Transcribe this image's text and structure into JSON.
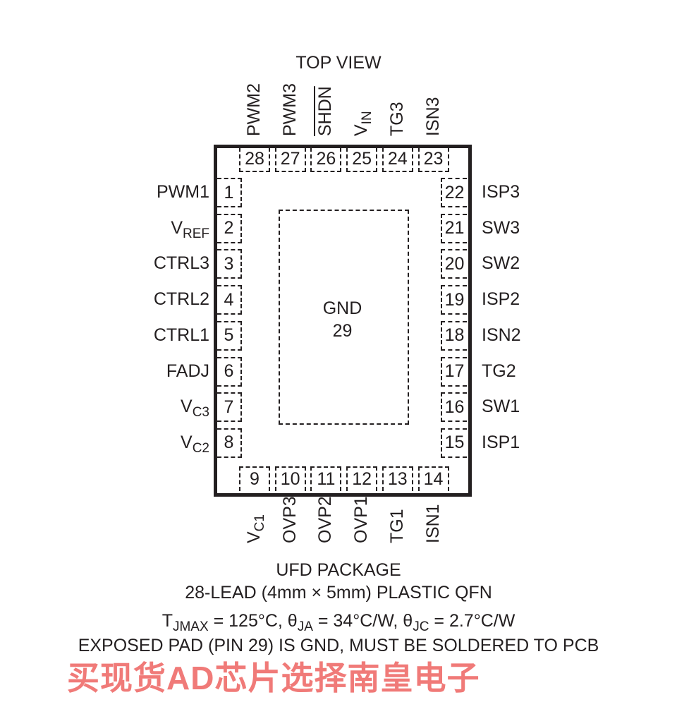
{
  "title": "TOP VIEW",
  "pad": {
    "name": "GND",
    "number": "29"
  },
  "pins": {
    "left": [
      {
        "num": "1",
        "name": "PWM1",
        "sub": ""
      },
      {
        "num": "2",
        "name": "V",
        "sub": "REF"
      },
      {
        "num": "3",
        "name": "CTRL3",
        "sub": ""
      },
      {
        "num": "4",
        "name": "CTRL2",
        "sub": ""
      },
      {
        "num": "5",
        "name": "CTRL1",
        "sub": ""
      },
      {
        "num": "6",
        "name": "FADJ",
        "sub": ""
      },
      {
        "num": "7",
        "name": "V",
        "sub": "C3"
      },
      {
        "num": "8",
        "name": "V",
        "sub": "C2"
      }
    ],
    "bottom": [
      {
        "num": "9",
        "name": "V",
        "sub": "C1"
      },
      {
        "num": "10",
        "name": "OVP3",
        "sub": ""
      },
      {
        "num": "11",
        "name": "OVP2",
        "sub": ""
      },
      {
        "num": "12",
        "name": "OVP1",
        "sub": ""
      },
      {
        "num": "13",
        "name": "TG1",
        "sub": ""
      },
      {
        "num": "14",
        "name": "ISN1",
        "sub": ""
      }
    ],
    "right": [
      {
        "num": "22",
        "name": "ISP3",
        "sub": ""
      },
      {
        "num": "21",
        "name": "SW3",
        "sub": ""
      },
      {
        "num": "20",
        "name": "SW2",
        "sub": ""
      },
      {
        "num": "19",
        "name": "ISP2",
        "sub": ""
      },
      {
        "num": "18",
        "name": "ISN2",
        "sub": ""
      },
      {
        "num": "17",
        "name": "TG2",
        "sub": ""
      },
      {
        "num": "16",
        "name": "SW1",
        "sub": ""
      },
      {
        "num": "15",
        "name": "ISP1",
        "sub": ""
      }
    ],
    "top": [
      {
        "num": "28",
        "name": "PWM2",
        "sub": "",
        "overbar": false
      },
      {
        "num": "27",
        "name": "PWM3",
        "sub": "",
        "overbar": false
      },
      {
        "num": "26",
        "name": "SHDN",
        "sub": "",
        "overbar": true
      },
      {
        "num": "25",
        "name": "V",
        "sub": "IN",
        "overbar": false
      },
      {
        "num": "24",
        "name": "TG3",
        "sub": "",
        "overbar": false
      },
      {
        "num": "23",
        "name": "ISN3",
        "sub": "",
        "overbar": false
      }
    ]
  },
  "package": {
    "line1": "UFD PACKAGE",
    "line2": "28-LEAD (4mm × 5mm) PLASTIC QFN",
    "thermal": {
      "t": "T",
      "t_sub": "JMAX",
      "t_val": " = 125°C, θ",
      "ja_sub": "JA",
      "ja_val": " = 34°C/W, θ",
      "jc_sub": "JC",
      "jc_val": " = 2.7°C/W"
    },
    "line4": "EXPOSED PAD (PIN 29) IS GND, MUST BE SOLDERED TO PCB"
  },
  "watermark": "买现货AD芯片选择南皇电子"
}
